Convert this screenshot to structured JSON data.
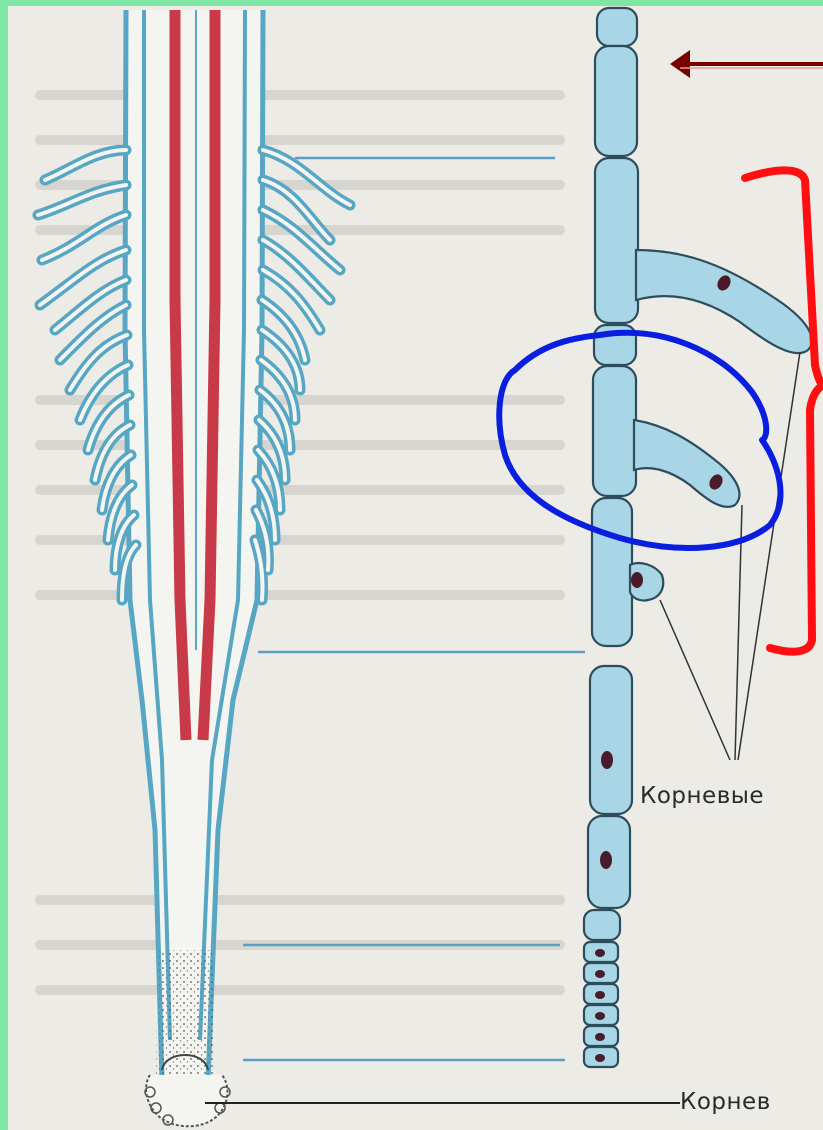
{
  "labels": {
    "root_hairs": "Корневые",
    "root_cap": "Корнев"
  },
  "colors": {
    "background_frame": "#7fe6a6",
    "paper": "#ecebe6",
    "conducting_vessel_red": "#c83a48",
    "root_blue": "#56a6c4",
    "cell_fill": "#a9d6e6",
    "guide_line_blue": "#5d9fc4",
    "annotation_red": "#ff1010",
    "annotation_blue": "#0a1ee0",
    "arrow_dark_red": "#7a0000"
  },
  "icons": {
    "arrow": "left-arrow-icon",
    "bracket": "right-curly-bracket",
    "highlight": "hand-drawn-circle"
  }
}
